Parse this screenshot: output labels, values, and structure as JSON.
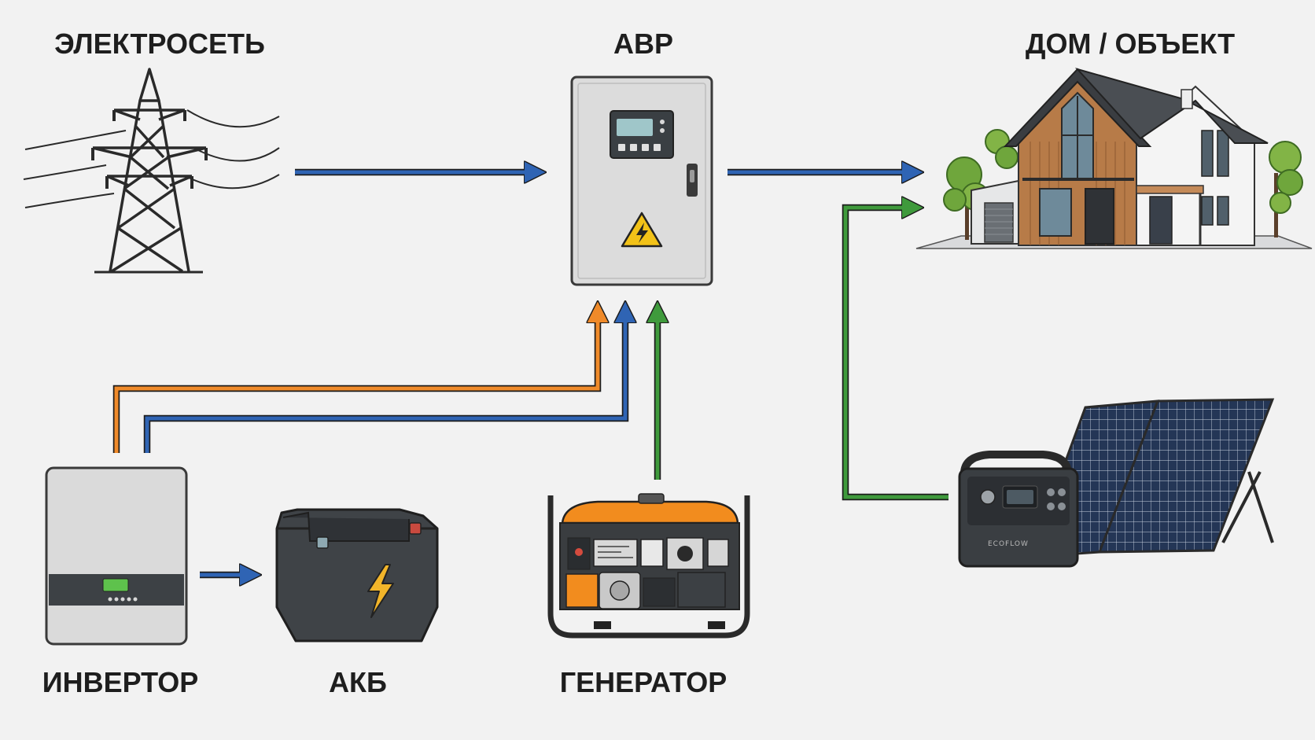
{
  "labels": {
    "grid": "ЭЛЕКТРОСЕТЬ",
    "ats": "АВР",
    "house": "ДОМ / ОБЪЕКТ",
    "inverter": "ИНВЕРТОР",
    "battery": "АКБ",
    "generator": "ГЕНЕРАТОР"
  },
  "power_station": {
    "brand": "ECOFLOW"
  },
  "icons": {
    "grid": "power-pylon-icon",
    "ats": "electrical-cabinet-icon",
    "warning": "high-voltage-warning-icon",
    "house": "house-icon",
    "inverter": "inverter-icon",
    "battery": "car-battery-icon",
    "generator": "gas-generator-icon",
    "power_station": "portable-power-station-icon",
    "solar": "solar-panel-icon"
  },
  "colors": {
    "mains_line": "#2f64b4",
    "inverter_line": "#ef8a2a",
    "green_line": "#3f9a3c",
    "warning": "#f2c218",
    "generator_body": "#f28c1e"
  }
}
